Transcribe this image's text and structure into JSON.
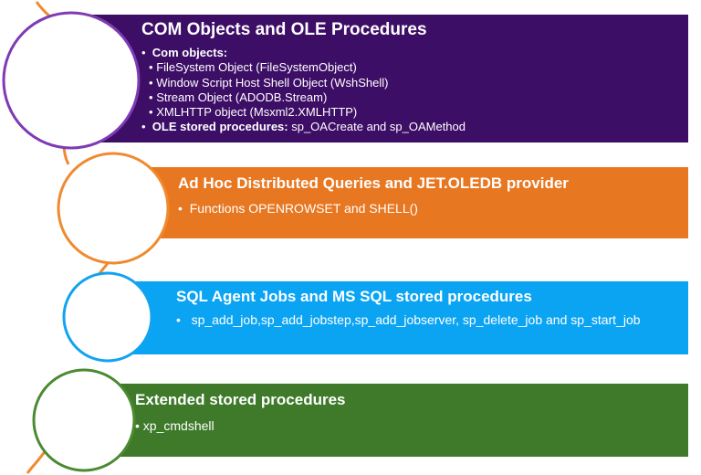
{
  "colors": {
    "purple": "#3d0e66",
    "orange": "#e87722",
    "blue": "#0aa4f3",
    "green": "#3e7a2a",
    "purple_ring": "#7e3bb3",
    "orange_ring": "#f08a2e",
    "blue_ring": "#12a3f0",
    "green_ring": "#4a8a30",
    "line": "#f08a2e"
  },
  "sections": [
    {
      "title": "COM Objects and OLE Procedures",
      "items": [
        {
          "bullet": "•",
          "bold": "Com objects:",
          "text": ""
        },
        {
          "bullet": "•",
          "bold": "",
          "text": "FileSystem Object (FileSystemObject)"
        },
        {
          "bullet": "•",
          "bold": "",
          "text": "Window Script Host Shell Object (WshShell)"
        },
        {
          "bullet": "•",
          "bold": "",
          "text": "Stream Object (ADODB.Stream)"
        },
        {
          "bullet": "•",
          "bold": "",
          "text": "XMLHTTP object (Msxml2.XMLHTTP)"
        },
        {
          "bullet": "•",
          "bold": "OLE stored procedures:",
          "text": " sp_OACreate and sp_OAMethod"
        }
      ]
    },
    {
      "title": "Ad Hoc Distributed Queries and JET.OLEDB provider",
      "items": [
        {
          "bullet": "•",
          "text": "Functions OPENROWSET and SHELL()"
        }
      ]
    },
    {
      "title": "SQL Agent Jobs and MS SQL stored procedures",
      "items": [
        {
          "bullet": "•",
          "text": "sp_add_job,sp_add_jobstep,sp_add_jobserver, sp_delete_job and sp_start_job"
        }
      ]
    },
    {
      "title": "Extended stored procedures",
      "items": [
        {
          "bullet": "•",
          "text": "xp_cmdshell"
        }
      ]
    }
  ]
}
